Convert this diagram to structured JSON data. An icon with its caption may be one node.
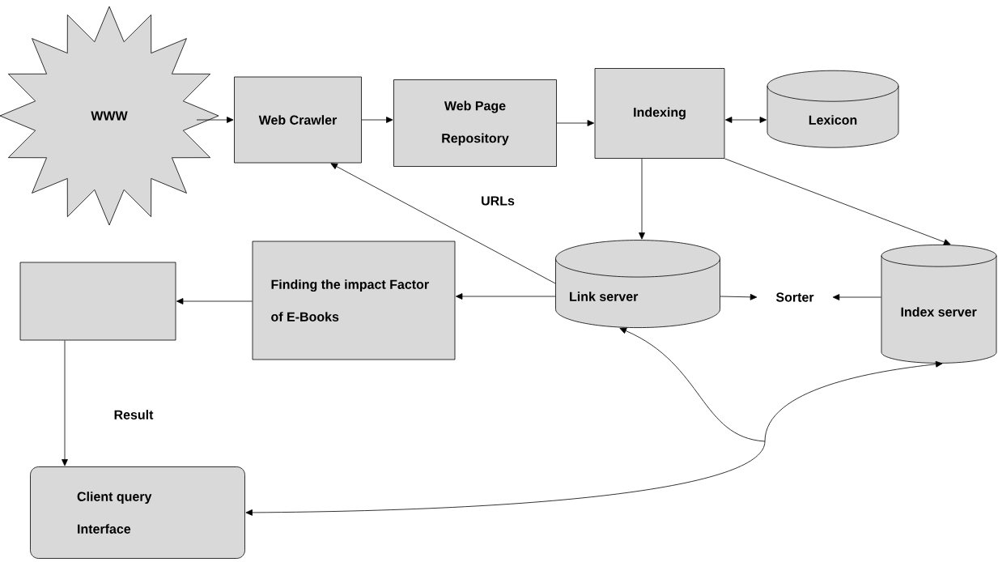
{
  "diagram": {
    "nodes": [
      {
        "text": [
          "WWW"
        ]
      },
      {
        "text": [
          "Web Crawler"
        ]
      },
      {
        "text": [
          "Web Page Repository"
        ]
      },
      {
        "text": [
          "Indexing"
        ]
      },
      {
        "text": [
          "Lexicon"
        ]
      },
      {
        "text": [],
        "shape": "box"
      },
      {
        "text": [
          "Finding the impact Factor of E-Books"
        ]
      },
      {
        "text": [
          "Link server"
        ]
      },
      {
        "text": [
          "Sorter"
        ]
      },
      {
        "text": [
          "Index server"
        ]
      },
      {
        "text": [
          "Client query Interface"
        ]
      }
    ],
    "edges": [
      {
        "from": 0,
        "to": 1,
        "arrow": "to"
      },
      {
        "from": 1,
        "to": 2,
        "arrow": "to"
      },
      {
        "from": 2,
        "to": 3,
        "arrow": "to"
      },
      {
        "from": 3,
        "to": 4,
        "arrow": "both"
      },
      {
        "from": 3,
        "to": 7,
        "arrow": "to"
      },
      {
        "from": 3,
        "to": 9,
        "arrow": "to"
      },
      {
        "from": 7,
        "to": 1,
        "arrow": "to",
        "label": "URLs"
      },
      {
        "from": 7,
        "to": 6,
        "arrow": "to"
      },
      {
        "from": 7,
        "to": 8,
        "arrow": "to"
      },
      {
        "from": 9,
        "to": 8,
        "arrow": "to"
      },
      {
        "from": 6,
        "to": 5,
        "arrow": "to"
      },
      {
        "from": 5,
        "to": 10,
        "arrow": "to",
        "label": "Result"
      },
      {
        "from": 10,
        "to": 7,
        "arrow": "both"
      },
      {
        "from": 10,
        "to": 9,
        "arrow": "both"
      }
    ]
  }
}
